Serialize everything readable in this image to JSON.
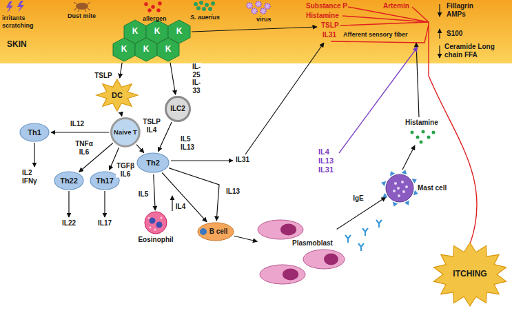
{
  "diagram": {
    "nodes": [
      {
        "text": [
          "SKIN"
        ]
      },
      {
        "text": [
          "K"
        ],
        "in": 0
      },
      {
        "text": [
          "K"
        ],
        "in": 0
      },
      {
        "text": [
          "K"
        ],
        "in": 0
      },
      {
        "text": [
          "K"
        ],
        "in": 0
      },
      {
        "text": [
          "K"
        ],
        "in": 0
      },
      {
        "text": [
          "K"
        ],
        "in": 0
      },
      {
        "text": [
          "DC"
        ]
      },
      {
        "text": [
          "ILC2"
        ]
      },
      {
        "text": [
          "Naive T"
        ]
      },
      {
        "text": [
          "Th1"
        ]
      },
      {
        "text": [
          "Th2"
        ]
      },
      {
        "text": [
          "Th22"
        ]
      },
      {
        "text": [
          "Th17"
        ]
      },
      {
        "text": [
          "Eosinophil"
        ]
      },
      {
        "text": [
          "B cell"
        ]
      },
      {
        "text": [
          "Plasmoblast"
        ]
      },
      {
        "text": [
          "Mast cell"
        ]
      },
      {
        "text": [
          "ITCHING"
        ]
      }
    ],
    "edges": [
      {
        "from": 4,
        "to": 7,
        "label": "TSLP",
        "arrow": "to"
      },
      {
        "from": 6,
        "to": 8,
        "label": "IL-25 IL-33",
        "arrow": "to"
      },
      {
        "from": 7,
        "to": 9,
        "arrow": "to"
      },
      {
        "from": 9,
        "to": 10,
        "label": "IL12",
        "arrow": "to"
      },
      {
        "from": 9,
        "to": 12,
        "label": "TNFα IL6",
        "arrow": "to"
      },
      {
        "from": 9,
        "to": 13,
        "label": "TGFβ IL6",
        "arrow": "to"
      },
      {
        "from": 9,
        "to": 11,
        "label": "TSLP IL4",
        "arrow": "to"
      },
      {
        "from": 8,
        "to": 11,
        "arrow": "to"
      },
      {
        "from": 11,
        "to": 14,
        "label": "IL5",
        "arrow": "to"
      },
      {
        "from": 11,
        "to": 15,
        "label": "IL4",
        "arrow": "to"
      },
      {
        "from": 11,
        "to": 15,
        "label": "IL13",
        "arrow": "to"
      },
      {
        "from": 15,
        "to": 16,
        "arrow": "to"
      },
      {
        "from": 16,
        "to": 17,
        "label": "IgE",
        "arrow": "to"
      }
    ],
    "labels": [
      "irritants scratching",
      "Dust mite",
      "allergen",
      "S. auerius",
      "virus",
      "Substance P",
      "Artemin",
      "Histamine",
      "TSLP",
      "IL31",
      "Afferent sensory fiber",
      "Fillagrin AMPs",
      "S100",
      "Ceramide Long chain FFA",
      "IL2 IFNγ",
      "IL22",
      "IL17",
      "IL5 IL13",
      "IL31",
      "IL4 IL13 IL31",
      "Histamine"
    ]
  }
}
